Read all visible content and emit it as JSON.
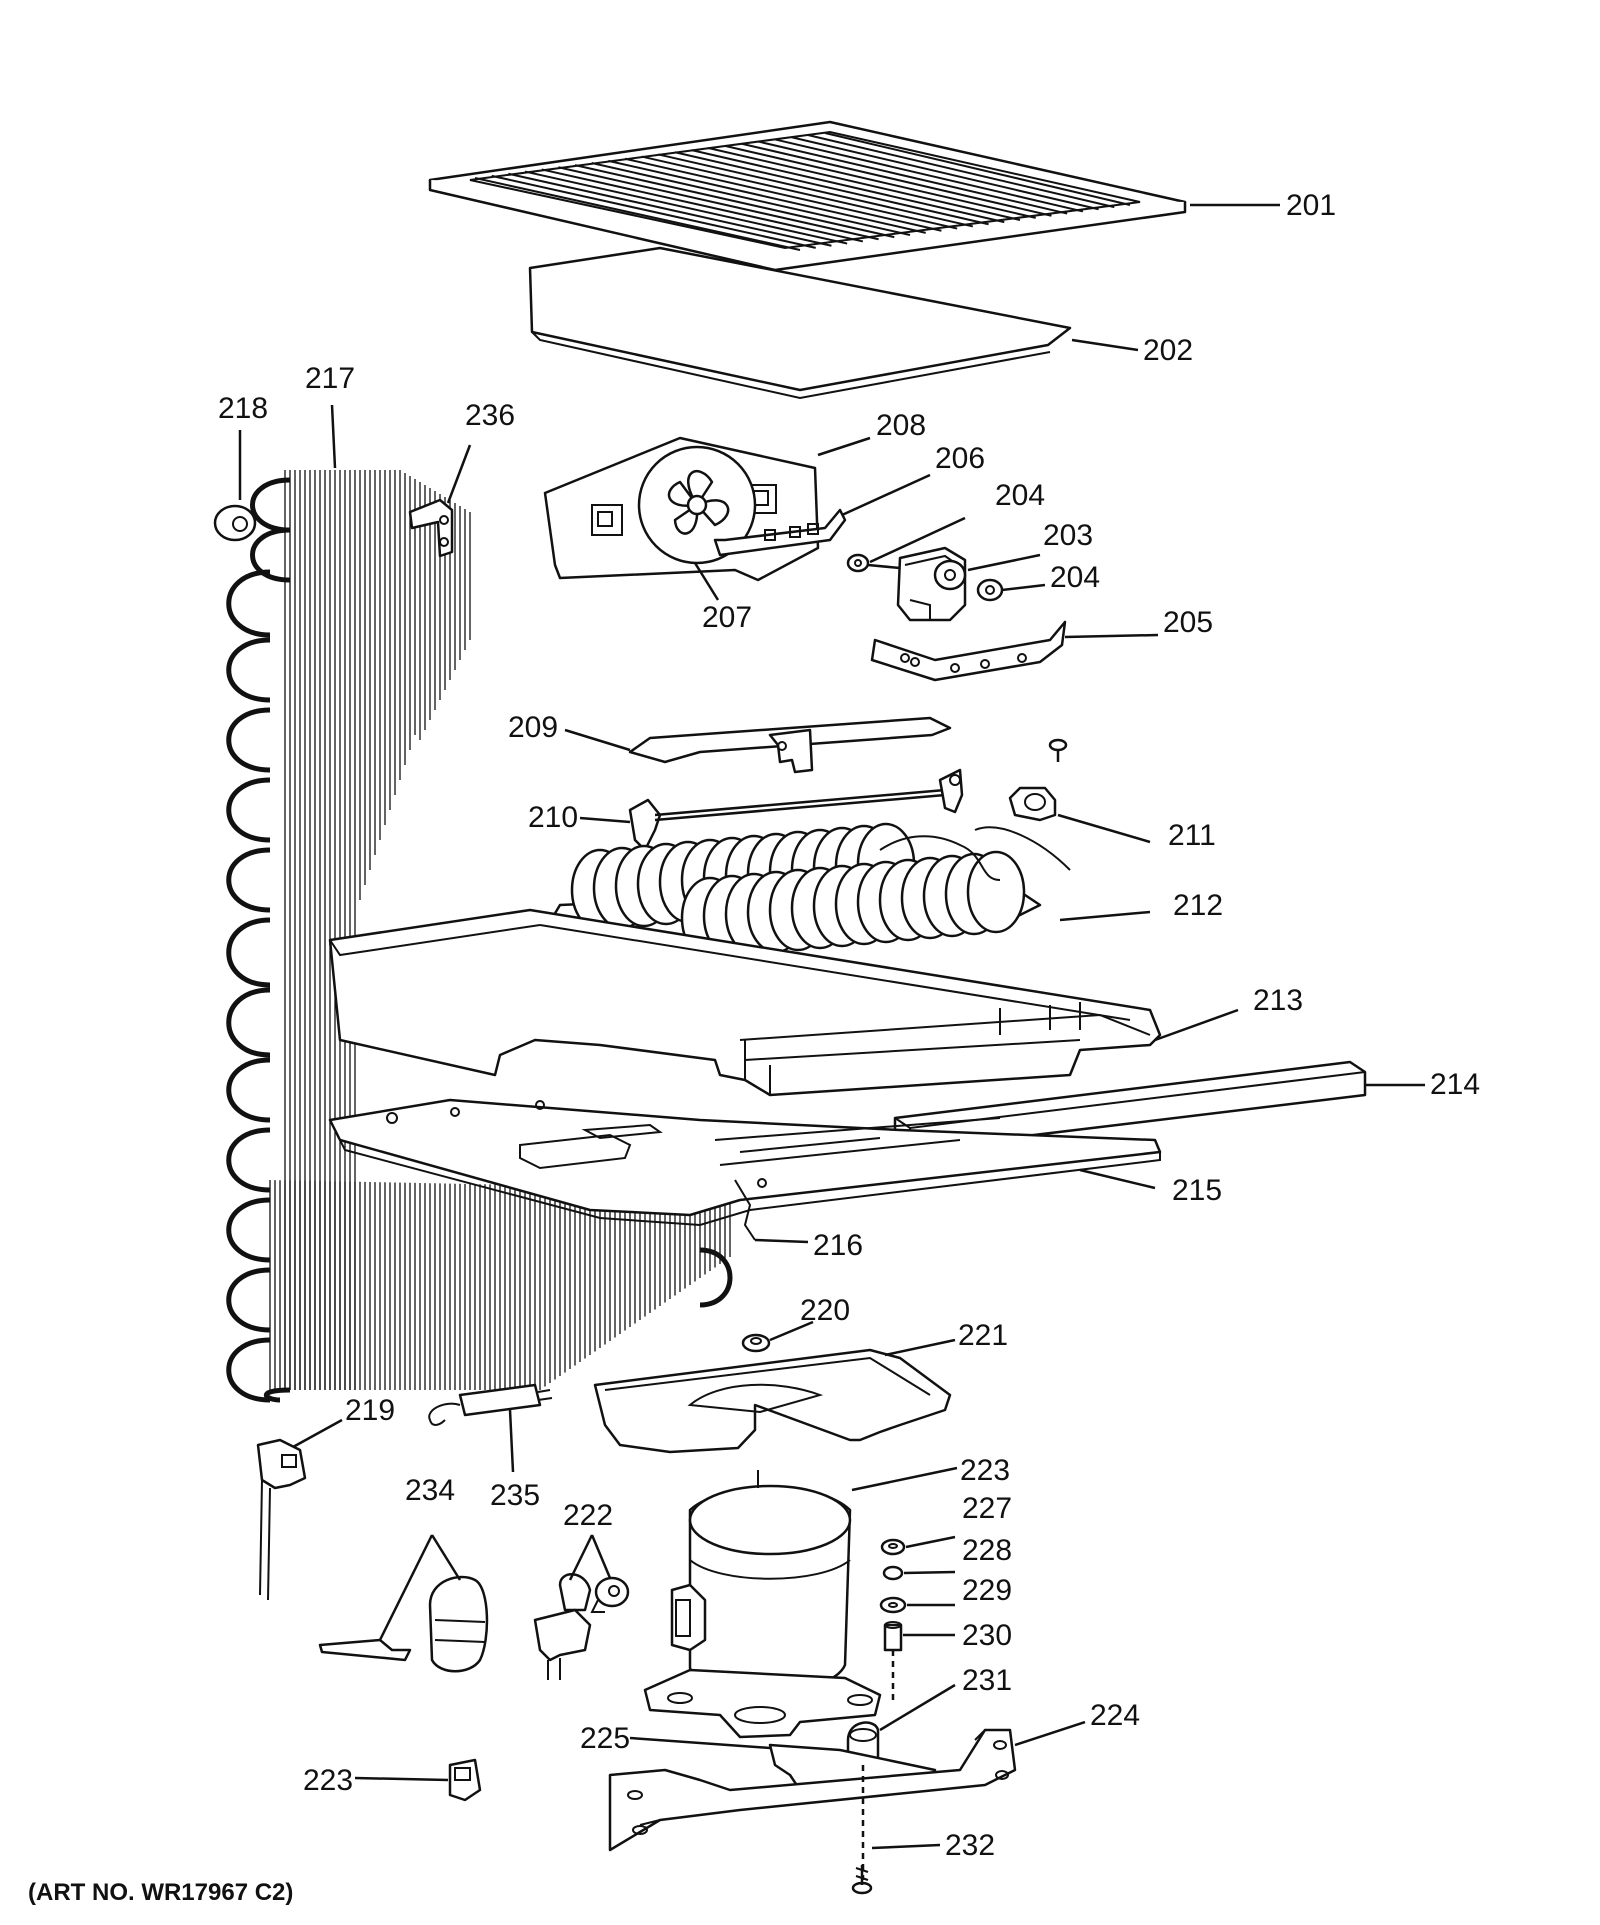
{
  "labels": {
    "l201": "201",
    "l202": "202",
    "l203": "203",
    "l204a": "204",
    "l204b": "204",
    "l205": "205",
    "l206": "206",
    "l207": "207",
    "l208": "208",
    "l209": "209",
    "l210": "210",
    "l211": "211",
    "l212": "212",
    "l213": "213",
    "l214": "214",
    "l215": "215",
    "l216": "216",
    "l217": "217",
    "l218": "218",
    "l219": "219",
    "l220": "220",
    "l221": "221",
    "l222": "222",
    "l223a": "223",
    "l223b": "223",
    "l224": "224",
    "l225": "225",
    "l227": "227",
    "l228": "228",
    "l229": "229",
    "l230": "230",
    "l231": "231",
    "l232": "232",
    "l234": "234",
    "l235": "235",
    "l236": "236"
  },
  "footer": {
    "art_no": "(ART NO. WR17967 C2)"
  }
}
